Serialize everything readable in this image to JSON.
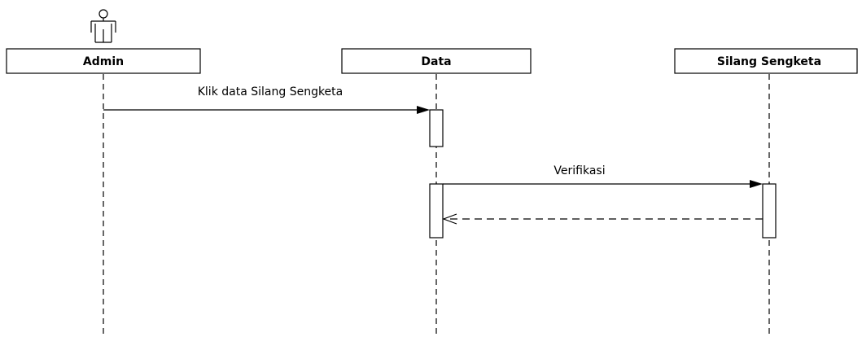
{
  "lifelines": [
    {
      "name": "Admin",
      "actor": true
    },
    {
      "name": "Data",
      "actor": false
    },
    {
      "name": "Silang Sengketa",
      "actor": false
    }
  ],
  "messages": [
    {
      "label": "Klik data Silang Sengketa",
      "from": "Admin",
      "to": "Data",
      "type": "synchronous"
    },
    {
      "label": "Verifikasi",
      "from": "Data",
      "to": "Silang Sengketa",
      "type": "synchronous"
    },
    {
      "label": "",
      "from": "Silang Sengketa",
      "to": "Data",
      "type": "return"
    }
  ]
}
